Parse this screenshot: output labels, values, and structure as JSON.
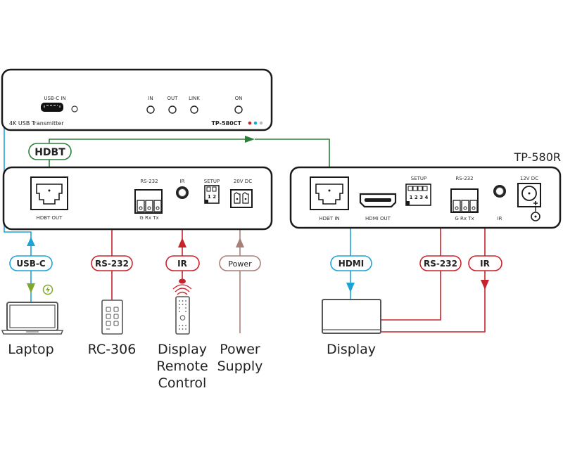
{
  "colors": {
    "hdbt": "#2e7d3a",
    "usbc": "#1ea3d6",
    "rs232": "#c8232c",
    "ir": "#c8232c",
    "power": "#a88078",
    "hdmi": "#1ea3d6",
    "charge": "#7fa82a",
    "device_stroke": "#222222"
  },
  "transmitter_front": {
    "port_usbc": "USB-C IN",
    "leds": [
      "IN",
      "OUT",
      "LINK",
      "ON"
    ],
    "description": "4K USB Transmitter",
    "model": "TP-580CT"
  },
  "transmitter_rear": {
    "hdbt_out": "HDBT OUT",
    "rs232": "RS-232",
    "rs232_pins": "G  Rx Tx",
    "ir": "IR",
    "setup": "SETUP",
    "setup_switches": "1 2",
    "power": "20V DC"
  },
  "receiver": {
    "model": "TP-580R",
    "hdbt_in": "HDBT IN",
    "hdmi_out": "HDMI OUT",
    "setup": "SETUP",
    "setup_switches": "1 2 3 4",
    "rs232": "RS-232",
    "rs232_pins": "G  Rx Tx",
    "ir": "IR",
    "power": "12V DC"
  },
  "connections": {
    "hdbt": "HDBT",
    "usbc": "USB-C",
    "rs232_tx": "RS-232",
    "ir_tx": "IR",
    "power": "Power",
    "hdmi": "HDMI",
    "rs232_rx": "RS-232",
    "ir_rx": "IR"
  },
  "devices": {
    "laptop": "Laptop",
    "rc306": "RC-306",
    "remote_line1": "Display",
    "remote_line2": "Remote",
    "remote_line3": "Control",
    "power_line1": "Power",
    "power_line2": "Supply",
    "display": "Display"
  }
}
